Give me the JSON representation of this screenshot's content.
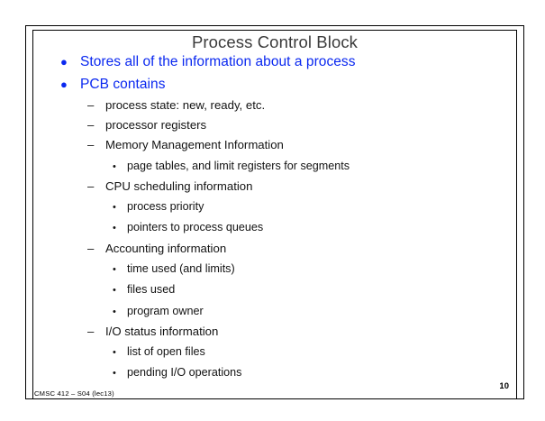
{
  "slide": {
    "title": "Process Control Block",
    "accent_color": "#0a28f0",
    "title_color": "#3b3b3b",
    "body_color": "#121212",
    "bullets": [
      {
        "level": 1,
        "marker": "●",
        "text": "Stores all of the information about a process"
      },
      {
        "level": 1,
        "marker": "●",
        "text": "PCB contains"
      },
      {
        "level": 2,
        "marker": "–",
        "text": "process state: new, ready, etc."
      },
      {
        "level": 2,
        "marker": "–",
        "text": "processor registers"
      },
      {
        "level": 2,
        "marker": "–",
        "text": "Memory Management Information"
      },
      {
        "level": 3,
        "marker": "•",
        "text": "page tables, and limit registers for segments"
      },
      {
        "level": 2,
        "marker": "–",
        "text": "CPU scheduling information"
      },
      {
        "level": 3,
        "marker": "•",
        "text": "process priority"
      },
      {
        "level": 3,
        "marker": "•",
        "text": "pointers to process queues"
      },
      {
        "level": 2,
        "marker": "–",
        "text": "Accounting information"
      },
      {
        "level": 3,
        "marker": "•",
        "text": "time used (and limits)"
      },
      {
        "level": 3,
        "marker": "•",
        "text": "files used"
      },
      {
        "level": 3,
        "marker": "•",
        "text": "program owner"
      },
      {
        "level": 2,
        "marker": "–",
        "text": "I/O status information"
      },
      {
        "level": 3,
        "marker": "•",
        "text": "list of open files"
      },
      {
        "level": 3,
        "marker": "•",
        "text": "pending I/O operations"
      }
    ],
    "footer": {
      "course": "CMSC 412 – S04  (lec13)",
      "page_number": "10"
    }
  }
}
